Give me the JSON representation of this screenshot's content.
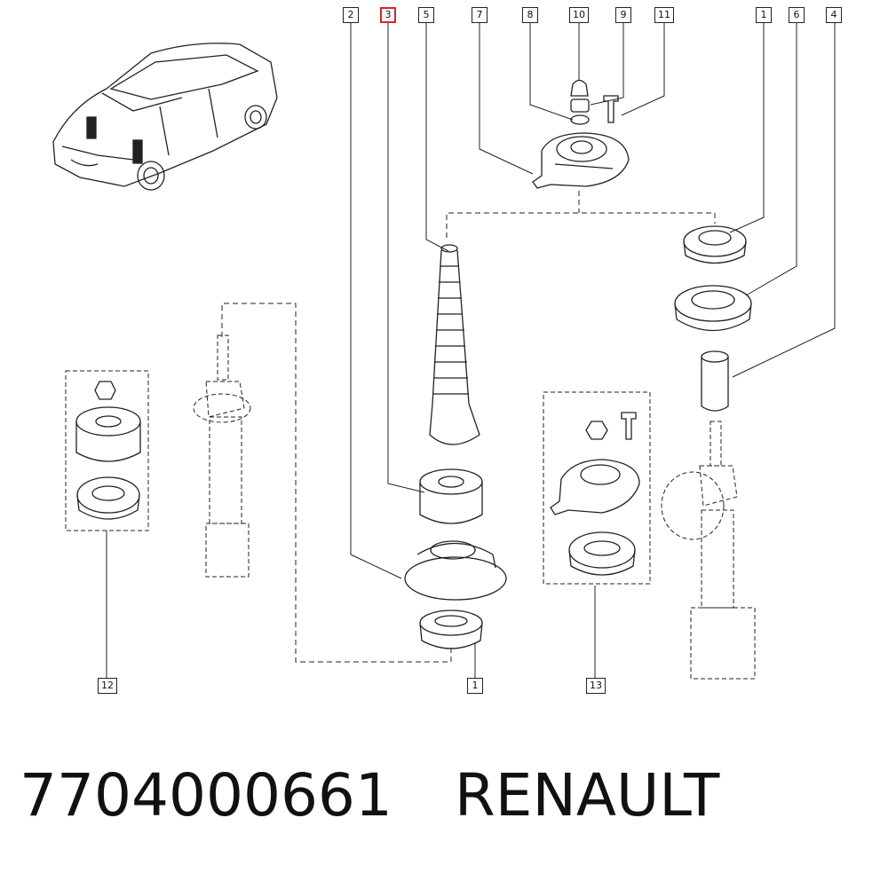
{
  "callouts": {
    "c2": "2",
    "c3": "3",
    "c5": "5",
    "c7": "7",
    "c8": "8",
    "c10": "10",
    "c9": "9",
    "c11": "11",
    "c1_top": "1",
    "c6": "6",
    "c4": "4",
    "c12": "12",
    "c1_bottom": "1",
    "c13": "13"
  },
  "highlighted_callout": "3",
  "caption": {
    "part_number": "7704000661",
    "brand": "RENAULT"
  },
  "colors": {
    "line": "#222222",
    "highlight": "#e0202a"
  }
}
